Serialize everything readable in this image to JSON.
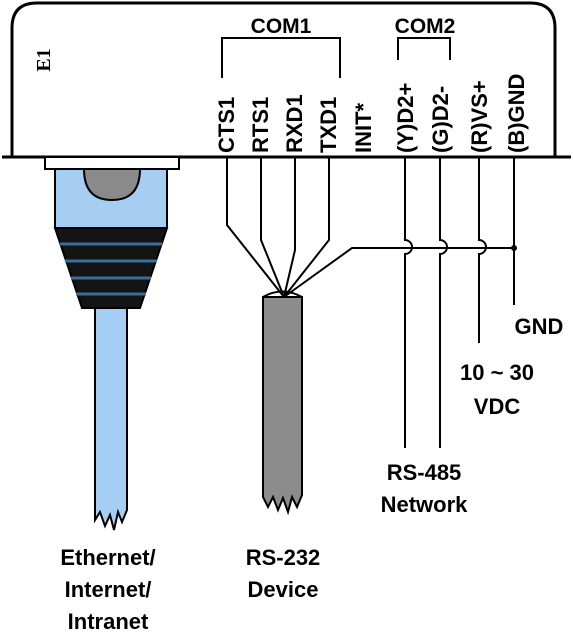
{
  "device": {
    "label": "E1"
  },
  "groups": {
    "com1": "COM1",
    "com2": "COM2"
  },
  "pins": {
    "cts1": "CTS1",
    "rts1": "RTS1",
    "rxd1": "RXD1",
    "txd1": "TXD1",
    "init": "INIT*",
    "d2plus": "(Y)D2+",
    "d2minus": "(G)D2-",
    "vsplus": "(R)VS+",
    "gnd": "(B)GND"
  },
  "labels": {
    "ethernet": [
      "Ethernet/",
      "Internet/",
      "Intranet"
    ],
    "rs232": [
      "RS-232",
      "Device"
    ],
    "rs485": [
      "RS-485",
      "Network"
    ],
    "power": [
      "10 ~ 30",
      "VDC"
    ],
    "gnd": "GND"
  },
  "colors": {
    "cable_blue": "#a6cdf2",
    "cable_gray": "#8c8c8c",
    "boot_dark": "#141414",
    "plug_gray": "#8a8a8a",
    "line": "#000000"
  }
}
